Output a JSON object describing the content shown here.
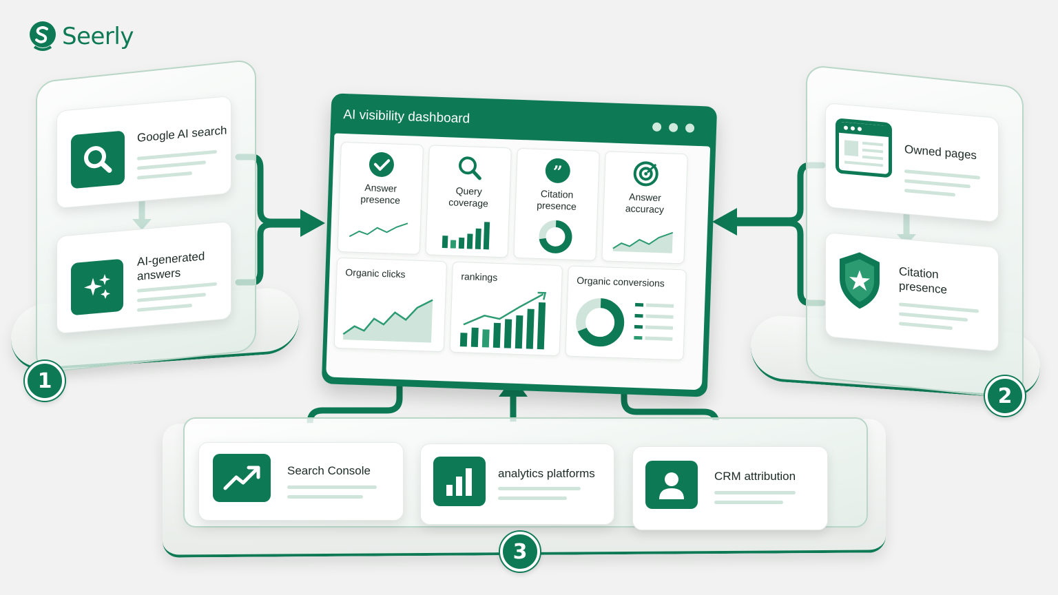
{
  "brand": {
    "name": "Seerly",
    "color": "#0e7a55"
  },
  "colors": {
    "accent": "#0e7a55",
    "accent_light": "#cfe4da",
    "background": "#f1f2f1"
  },
  "group1": {
    "number": "1",
    "cards": [
      {
        "title": "Google AI search",
        "icon": "search-icon"
      },
      {
        "title": "AI-generated answers",
        "icon": "sparkle-chat-icon"
      }
    ]
  },
  "group2": {
    "number": "2",
    "cards": [
      {
        "title": "Owned pages",
        "icon": "browser-window-icon"
      },
      {
        "title": "Citation presence",
        "icon": "shield-star-icon"
      }
    ]
  },
  "group3": {
    "number": "3",
    "cards": [
      {
        "title": "Search Console",
        "icon": "trend-up-icon"
      },
      {
        "title": "analytics platforms",
        "icon": "bar-chart-icon"
      },
      {
        "title": "CRM attribution",
        "icon": "user-icon"
      }
    ]
  },
  "dashboard": {
    "title": "AI visibility dashboard",
    "kpis": [
      {
        "label": "Answer\npresence",
        "icon": "check-circle-icon"
      },
      {
        "label": "Query\ncoverage",
        "icon": "search-icon"
      },
      {
        "label": "Citation\npresence",
        "icon": "quote-icon"
      },
      {
        "label": "Answer\naccuracy",
        "icon": "target-icon"
      }
    ],
    "panels": [
      {
        "label": "Organic clicks",
        "icon": "area-chart-icon"
      },
      {
        "label": "rankings",
        "icon": "bar-trend-icon"
      },
      {
        "label": "Organic conversions",
        "icon": "donut-chart-icon"
      }
    ]
  }
}
